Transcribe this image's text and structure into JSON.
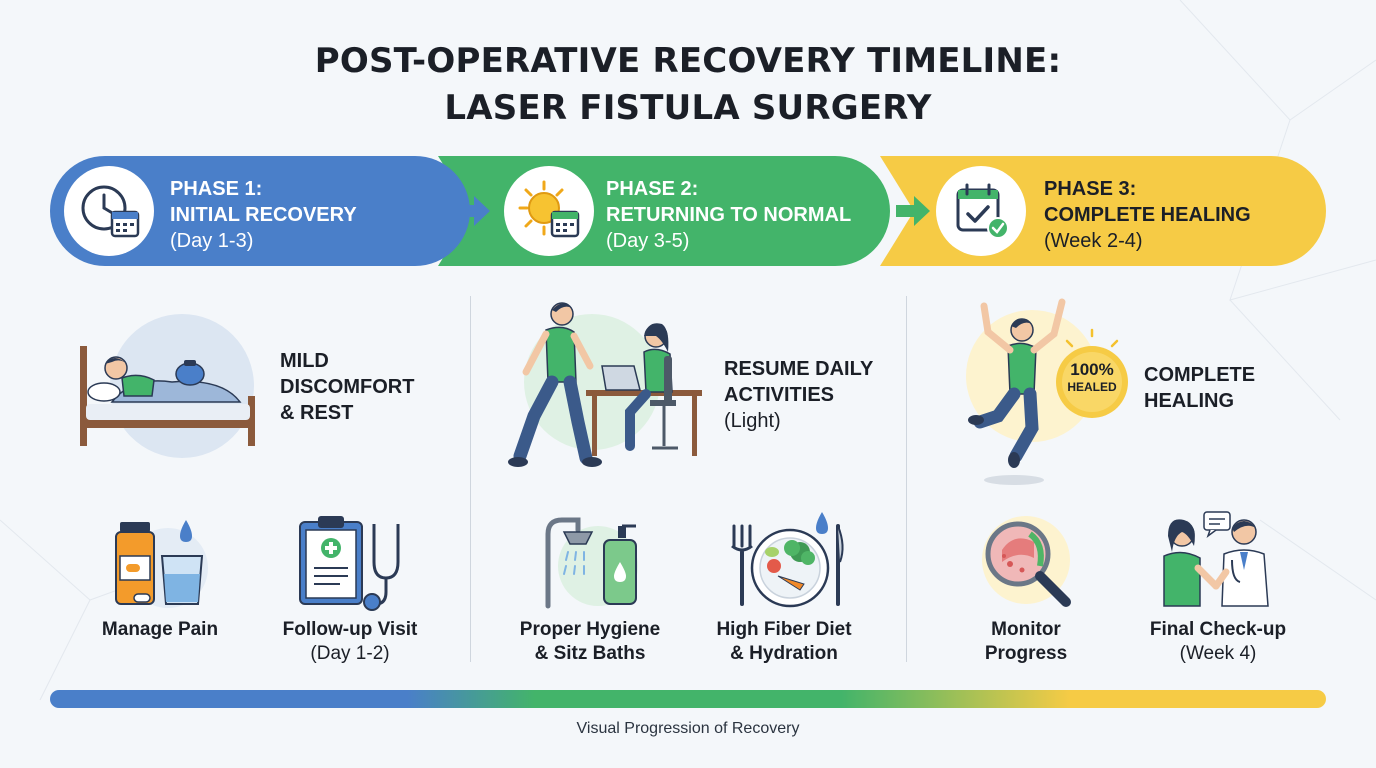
{
  "title": {
    "line1": "POST-OPERATIVE RECOVERY TIMELINE:",
    "line2": "LASER FISTULA SURGERY"
  },
  "colors": {
    "phase1": "#4a7fc9",
    "phase2": "#43b46a",
    "phase3": "#f6cb45"
  },
  "phases": [
    {
      "heading": "PHASE 1:",
      "name": "INITIAL RECOVERY",
      "period": "(Day 1-3)",
      "icon": "clock-calendar-icon",
      "main": {
        "line1": "MILD",
        "line2": "DISCOMFORT",
        "line3": "& REST",
        "icon": "bed-rest-icon"
      },
      "items": [
        {
          "label": "Manage Pain",
          "icon": "medication-water-icon"
        },
        {
          "label": "Follow-up Visit",
          "note": "(Day 1-2)",
          "icon": "clipboard-stethoscope-icon"
        }
      ]
    },
    {
      "heading": "PHASE 2:",
      "name": "RETURNING TO NORMAL",
      "period": "(Day 3-5)",
      "icon": "sun-calendar-icon",
      "main": {
        "line1": "RESUME DAILY",
        "line2": "ACTIVITIES",
        "sub": "(Light)",
        "icon": "walking-working-icon"
      },
      "items": [
        {
          "line1": "Proper Hygiene",
          "line2": "& Sitz Baths",
          "icon": "shower-soap-icon"
        },
        {
          "line1": "High Fiber Diet",
          "line2": "& Hydration",
          "icon": "healthy-plate-icon"
        }
      ]
    },
    {
      "heading": "PHASE 3:",
      "name": "COMPLETE HEALING",
      "period": "(Week 2-4)",
      "icon": "calendar-check-icon",
      "main": {
        "line1": "COMPLETE",
        "line2": "HEALING",
        "badge_pct": "100%",
        "badge_text": "HEALED",
        "icon": "jumping-person-icon"
      },
      "items": [
        {
          "line1": "Monitor",
          "line2": "Progress",
          "icon": "magnifier-icon"
        },
        {
          "label": "Final Check-up",
          "note": "(Week 4)",
          "icon": "doctor-patient-icon"
        }
      ]
    }
  ],
  "progress": {
    "label": "Visual Progression of Recovery"
  }
}
